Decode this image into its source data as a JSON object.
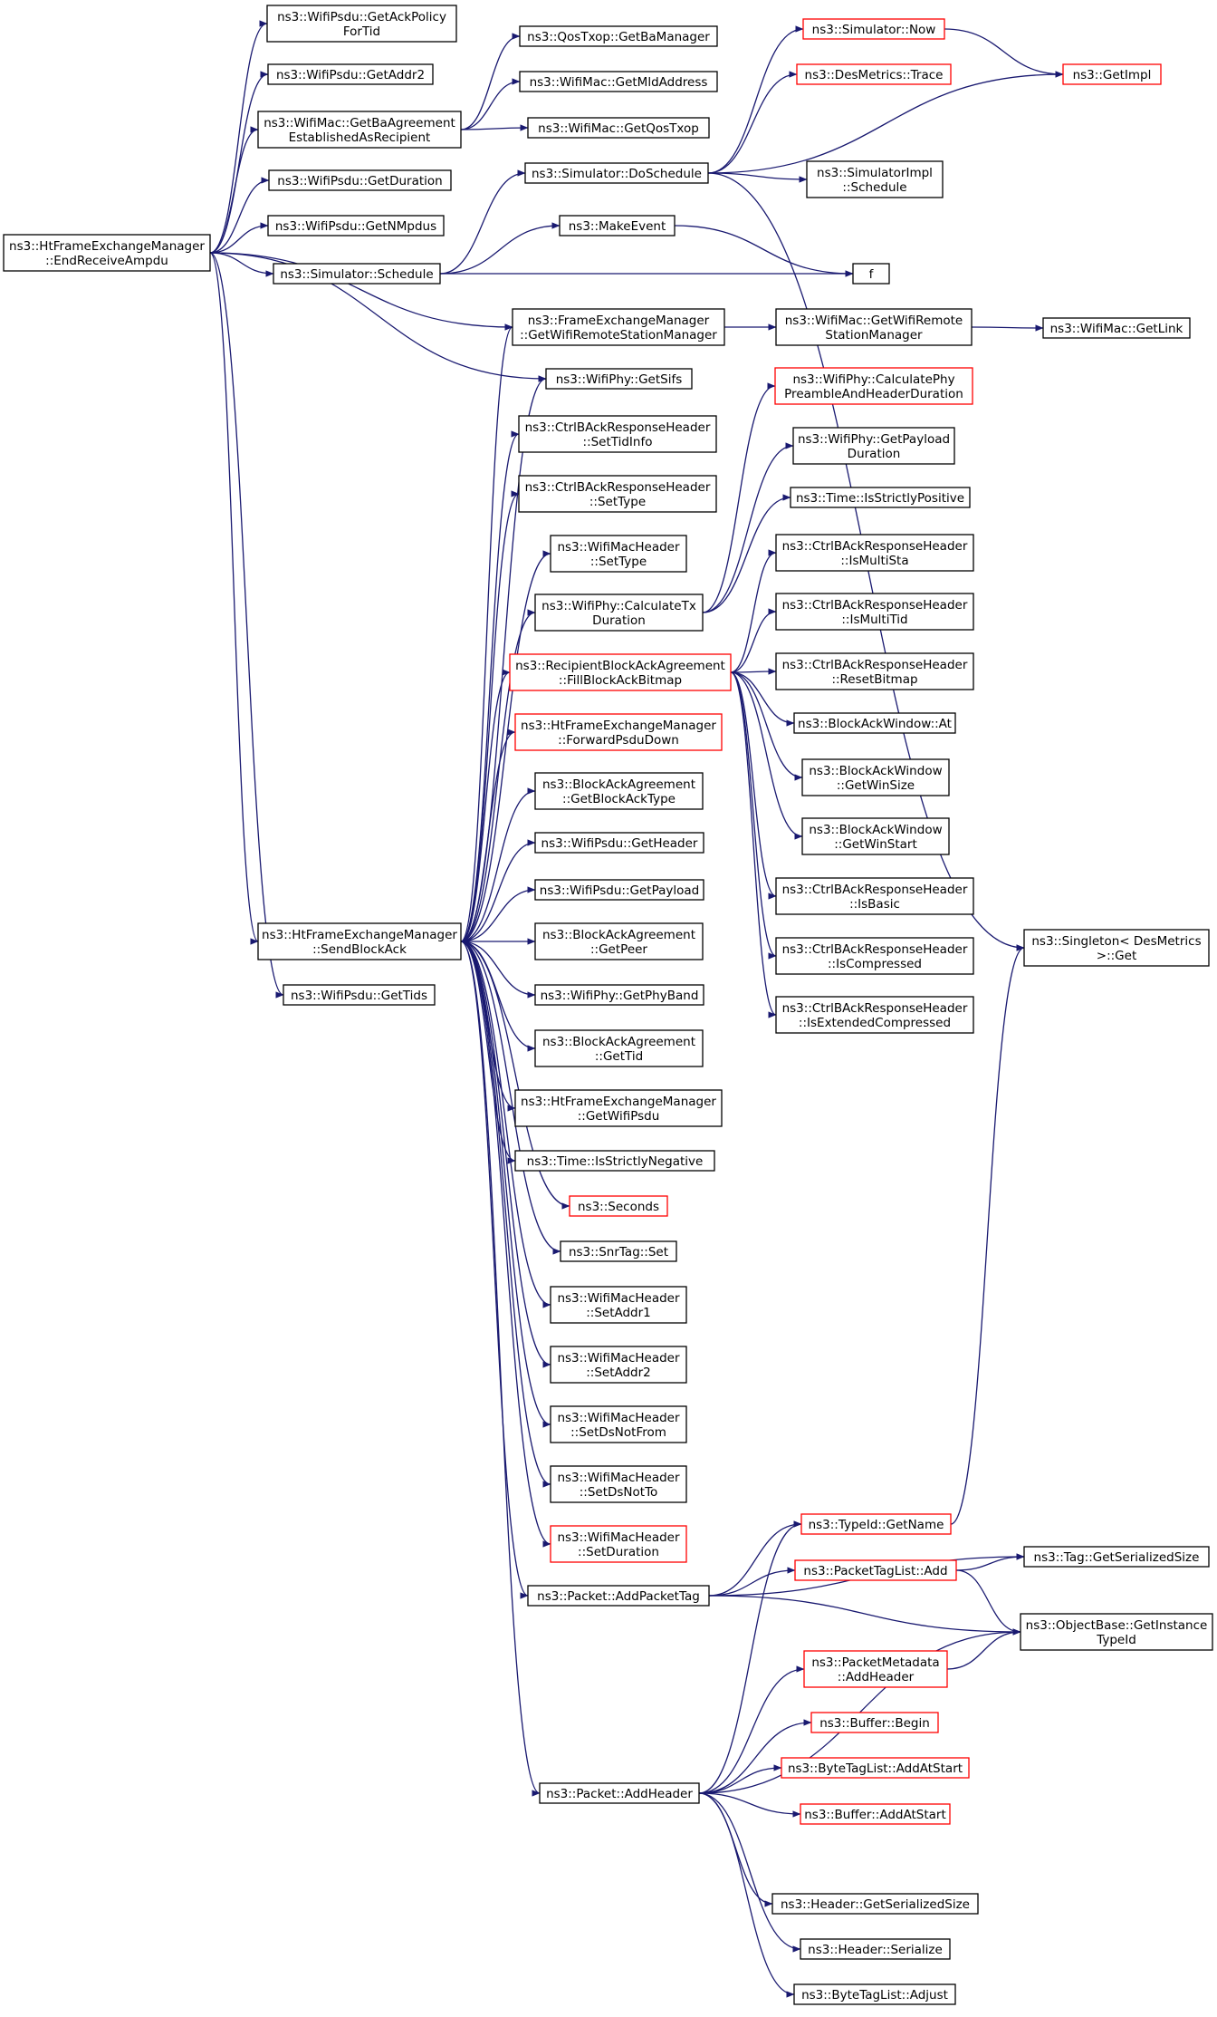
{
  "colors": {
    "edge": "#191970",
    "node_border": "#000000",
    "node_border_truncated": "#ff0000",
    "root_fill": "#bfbfbf",
    "node_fill": "#ffffff"
  },
  "nodes": [
    {
      "id": "root",
      "lines": [
        "ns3::HtFrameExchangeManager",
        "::EndReceiveAmpdu"
      ],
      "border": "black",
      "root": true
    },
    {
      "id": "ackpolicy",
      "lines": [
        "ns3::WifiPsdu::GetAckPolicy",
        "ForTid"
      ],
      "border": "black"
    },
    {
      "id": "addr2",
      "lines": [
        "ns3::WifiPsdu::GetAddr2"
      ],
      "border": "black"
    },
    {
      "id": "getba",
      "lines": [
        "ns3::WifiMac::GetBaAgreement",
        "EstablishedAsRecipient"
      ],
      "border": "black"
    },
    {
      "id": "duration",
      "lines": [
        "ns3::WifiPsdu::GetDuration"
      ],
      "border": "black"
    },
    {
      "id": "nmpdus",
      "lines": [
        "ns3::WifiPsdu::GetNMpdus"
      ],
      "border": "black"
    },
    {
      "id": "schedule",
      "lines": [
        "ns3::Simulator::Schedule"
      ],
      "border": "black"
    },
    {
      "id": "qosba",
      "lines": [
        "ns3::QosTxop::GetBaManager"
      ],
      "border": "black"
    },
    {
      "id": "mldaddr",
      "lines": [
        "ns3::WifiMac::GetMldAddress"
      ],
      "border": "black"
    },
    {
      "id": "qostxop",
      "lines": [
        "ns3::WifiMac::GetQosTxop"
      ],
      "border": "black"
    },
    {
      "id": "dosched",
      "lines": [
        "ns3::Simulator::DoSchedule"
      ],
      "border": "black"
    },
    {
      "id": "makeevent",
      "lines": [
        "ns3::MakeEvent"
      ],
      "border": "black"
    },
    {
      "id": "f",
      "lines": [
        "f"
      ],
      "border": "black"
    },
    {
      "id": "simnow",
      "lines": [
        "ns3::Simulator::Now"
      ],
      "border": "red"
    },
    {
      "id": "trace",
      "lines": [
        "ns3::DesMetrics::Trace"
      ],
      "border": "red"
    },
    {
      "id": "getimpl",
      "lines": [
        "ns3::GetImpl"
      ],
      "border": "red"
    },
    {
      "id": "implsched",
      "lines": [
        "ns3::SimulatorImpl",
        "::Schedule"
      ],
      "border": "black"
    },
    {
      "id": "fem_rsm",
      "lines": [
        "ns3::FrameExchangeManager",
        "::GetWifiRemoteStationManager"
      ],
      "border": "black"
    },
    {
      "id": "mac_rsm",
      "lines": [
        "ns3::WifiMac::GetWifiRemote",
        "StationManager"
      ],
      "border": "black"
    },
    {
      "id": "getlink",
      "lines": [
        "ns3::WifiMac::GetLink"
      ],
      "border": "black"
    },
    {
      "id": "getsifs",
      "lines": [
        "ns3::WifiPhy::GetSifs"
      ],
      "border": "black"
    },
    {
      "id": "settidinfo",
      "lines": [
        "ns3::CtrlBAckResponseHeader",
        "::SetTidInfo"
      ],
      "border": "black"
    },
    {
      "id": "settype_b",
      "lines": [
        "ns3::CtrlBAckResponseHeader",
        "::SetType"
      ],
      "border": "black"
    },
    {
      "id": "settype_m",
      "lines": [
        "ns3::WifiMacHeader",
        "::SetType"
      ],
      "border": "black"
    },
    {
      "id": "calctx",
      "lines": [
        "ns3::WifiPhy::CalculateTx",
        "Duration"
      ],
      "border": "black"
    },
    {
      "id": "fillbitmap",
      "lines": [
        "ns3::RecipientBlockAckAgreement",
        "::FillBlockAckBitmap"
      ],
      "border": "red"
    },
    {
      "id": "fwdpsdu",
      "lines": [
        "ns3::HtFrameExchangeManager",
        "::ForwardPsduDown"
      ],
      "border": "red"
    },
    {
      "id": "getbatype",
      "lines": [
        "ns3::BlockAckAgreement",
        "::GetBlockAckType"
      ],
      "border": "black"
    },
    {
      "id": "getheader",
      "lines": [
        "ns3::WifiPsdu::GetHeader"
      ],
      "border": "black"
    },
    {
      "id": "getpayload",
      "lines": [
        "ns3::WifiPsdu::GetPayload"
      ],
      "border": "black"
    },
    {
      "id": "sendba",
      "lines": [
        "ns3::HtFrameExchangeManager",
        "::SendBlockAck"
      ],
      "border": "black"
    },
    {
      "id": "gettids",
      "lines": [
        "ns3::WifiPsdu::GetTids"
      ],
      "border": "black"
    },
    {
      "id": "getpeer",
      "lines": [
        "ns3::BlockAckAgreement",
        "::GetPeer"
      ],
      "border": "black"
    },
    {
      "id": "getphyband",
      "lines": [
        "ns3::WifiPhy::GetPhyBand"
      ],
      "border": "black"
    },
    {
      "id": "gettid",
      "lines": [
        "ns3::BlockAckAgreement",
        "::GetTid"
      ],
      "border": "black"
    },
    {
      "id": "getwifipsdu",
      "lines": [
        "ns3::HtFrameExchangeManager",
        "::GetWifiPsdu"
      ],
      "border": "black"
    },
    {
      "id": "strictneg",
      "lines": [
        "ns3::Time::IsStrictlyNegative"
      ],
      "border": "black"
    },
    {
      "id": "seconds",
      "lines": [
        "ns3::Seconds"
      ],
      "border": "red"
    },
    {
      "id": "snrset",
      "lines": [
        "ns3::SnrTag::Set"
      ],
      "border": "black"
    },
    {
      "id": "setaddr1",
      "lines": [
        "ns3::WifiMacHeader",
        "::SetAddr1"
      ],
      "border": "black"
    },
    {
      "id": "setaddr2",
      "lines": [
        "ns3::WifiMacHeader",
        "::SetAddr2"
      ],
      "border": "black"
    },
    {
      "id": "setdsnotfrom",
      "lines": [
        "ns3::WifiMacHeader",
        "::SetDsNotFrom"
      ],
      "border": "black"
    },
    {
      "id": "setdsnotto",
      "lines": [
        "ns3::WifiMacHeader",
        "::SetDsNotTo"
      ],
      "border": "black"
    },
    {
      "id": "setduration",
      "lines": [
        "ns3::WifiMacHeader",
        "::SetDuration"
      ],
      "border": "red"
    },
    {
      "id": "addpackettag",
      "lines": [
        "ns3::Packet::AddPacketTag"
      ],
      "border": "black"
    },
    {
      "id": "addheader",
      "lines": [
        "ns3::Packet::AddHeader"
      ],
      "border": "black"
    },
    {
      "id": "calcpreamble",
      "lines": [
        "ns3::WifiPhy::CalculatePhy",
        "PreambleAndHeaderDuration"
      ],
      "border": "red"
    },
    {
      "id": "getpayloaddur",
      "lines": [
        "ns3::WifiPhy::GetPayload",
        "Duration"
      ],
      "border": "black"
    },
    {
      "id": "strictpos",
      "lines": [
        "ns3::Time::IsStrictlyPositive"
      ],
      "border": "black"
    },
    {
      "id": "ismultista",
      "lines": [
        "ns3::CtrlBAckResponseHeader",
        "::IsMultiSta"
      ],
      "border": "black"
    },
    {
      "id": "ismultitid",
      "lines": [
        "ns3::CtrlBAckResponseHeader",
        "::IsMultiTid"
      ],
      "border": "black"
    },
    {
      "id": "resetbitmap",
      "lines": [
        "ns3::CtrlBAckResponseHeader",
        "::ResetBitmap"
      ],
      "border": "black"
    },
    {
      "id": "bawat",
      "lines": [
        "ns3::BlockAckWindow::At"
      ],
      "border": "black"
    },
    {
      "id": "winsize",
      "lines": [
        "ns3::BlockAckWindow",
        "::GetWinSize"
      ],
      "border": "black"
    },
    {
      "id": "winstart",
      "lines": [
        "ns3::BlockAckWindow",
        "::GetWinStart"
      ],
      "border": "black"
    },
    {
      "id": "isbasic",
      "lines": [
        "ns3::CtrlBAckResponseHeader",
        "::IsBasic"
      ],
      "border": "black"
    },
    {
      "id": "iscompressed",
      "lines": [
        "ns3::CtrlBAckResponseHeader",
        "::IsCompressed"
      ],
      "border": "black"
    },
    {
      "id": "isextcomp",
      "lines": [
        "ns3::CtrlBAckResponseHeader",
        "::IsExtendedCompressed"
      ],
      "border": "black"
    },
    {
      "id": "singleton",
      "lines": [
        "ns3::Singleton< DesMetrics",
        " >::Get"
      ],
      "border": "black"
    },
    {
      "id": "typeidname",
      "lines": [
        "ns3::TypeId::GetName"
      ],
      "border": "red"
    },
    {
      "id": "ptladd",
      "lines": [
        "ns3::PacketTagList::Add"
      ],
      "border": "red"
    },
    {
      "id": "tagsize",
      "lines": [
        "ns3::Tag::GetSerializedSize"
      ],
      "border": "black"
    },
    {
      "id": "instancetid",
      "lines": [
        "ns3::ObjectBase::GetInstance",
        "TypeId"
      ],
      "border": "black"
    },
    {
      "id": "pmaddheader",
      "lines": [
        "ns3::PacketMetadata",
        "::AddHeader"
      ],
      "border": "red"
    },
    {
      "id": "bufbegin",
      "lines": [
        "ns3::Buffer::Begin"
      ],
      "border": "red"
    },
    {
      "id": "btladdstart",
      "lines": [
        "ns3::ByteTagList::AddAtStart"
      ],
      "border": "red"
    },
    {
      "id": "bufaddstart",
      "lines": [
        "ns3::Buffer::AddAtStart"
      ],
      "border": "red"
    },
    {
      "id": "hdrsize",
      "lines": [
        "ns3::Header::GetSerializedSize"
      ],
      "border": "black"
    },
    {
      "id": "hdrserialize",
      "lines": [
        "ns3::Header::Serialize"
      ],
      "border": "black"
    },
    {
      "id": "btladjust",
      "lines": [
        "ns3::ByteTagList::Adjust"
      ],
      "border": "black"
    }
  ],
  "edges": [
    [
      "root",
      "ackpolicy"
    ],
    [
      "root",
      "addr2"
    ],
    [
      "root",
      "getba"
    ],
    [
      "root",
      "duration"
    ],
    [
      "root",
      "nmpdus"
    ],
    [
      "root",
      "schedule"
    ],
    [
      "root",
      "fem_rsm"
    ],
    [
      "root",
      "getsifs"
    ],
    [
      "root",
      "sendba"
    ],
    [
      "root",
      "gettids"
    ],
    [
      "getba",
      "qosba"
    ],
    [
      "getba",
      "mldaddr"
    ],
    [
      "getba",
      "qostxop"
    ],
    [
      "schedule",
      "dosched"
    ],
    [
      "schedule",
      "makeevent"
    ],
    [
      "schedule",
      "f"
    ],
    [
      "makeevent",
      "f"
    ],
    [
      "dosched",
      "simnow"
    ],
    [
      "dosched",
      "trace"
    ],
    [
      "dosched",
      "getimpl"
    ],
    [
      "dosched",
      "implsched"
    ],
    [
      "dosched",
      "singleton"
    ],
    [
      "simnow",
      "getimpl"
    ],
    [
      "fem_rsm",
      "mac_rsm"
    ],
    [
      "mac_rsm",
      "getlink"
    ],
    [
      "sendba",
      "fem_rsm"
    ],
    [
      "sendba",
      "getsifs"
    ],
    [
      "sendba",
      "settidinfo"
    ],
    [
      "sendba",
      "settype_b"
    ],
    [
      "sendba",
      "settype_m"
    ],
    [
      "sendba",
      "calctx"
    ],
    [
      "sendba",
      "fillbitmap"
    ],
    [
      "sendba",
      "fwdpsdu"
    ],
    [
      "sendba",
      "getbatype"
    ],
    [
      "sendba",
      "getheader"
    ],
    [
      "sendba",
      "getpayload"
    ],
    [
      "sendba",
      "getpeer"
    ],
    [
      "sendba",
      "getphyband"
    ],
    [
      "sendba",
      "gettid"
    ],
    [
      "sendba",
      "getwifipsdu"
    ],
    [
      "sendba",
      "strictneg"
    ],
    [
      "sendba",
      "seconds"
    ],
    [
      "sendba",
      "snrset"
    ],
    [
      "sendba",
      "setaddr1"
    ],
    [
      "sendba",
      "setaddr2"
    ],
    [
      "sendba",
      "setdsnotfrom"
    ],
    [
      "sendba",
      "setdsnotto"
    ],
    [
      "sendba",
      "setduration"
    ],
    [
      "sendba",
      "addpackettag"
    ],
    [
      "sendba",
      "addheader"
    ],
    [
      "calctx",
      "calcpreamble"
    ],
    [
      "calctx",
      "getpayloaddur"
    ],
    [
      "calctx",
      "strictpos"
    ],
    [
      "fillbitmap",
      "ismultista"
    ],
    [
      "fillbitmap",
      "ismultitid"
    ],
    [
      "fillbitmap",
      "resetbitmap"
    ],
    [
      "fillbitmap",
      "bawat"
    ],
    [
      "fillbitmap",
      "winsize"
    ],
    [
      "fillbitmap",
      "winstart"
    ],
    [
      "fillbitmap",
      "isbasic"
    ],
    [
      "fillbitmap",
      "iscompressed"
    ],
    [
      "fillbitmap",
      "isextcomp"
    ],
    [
      "addpackettag",
      "typeidname"
    ],
    [
      "addpackettag",
      "ptladd"
    ],
    [
      "addpackettag",
      "tagsize"
    ],
    [
      "addpackettag",
      "instancetid"
    ],
    [
      "ptladd",
      "tagsize"
    ],
    [
      "ptladd",
      "instancetid"
    ],
    [
      "typeidname",
      "singleton"
    ],
    [
      "addheader",
      "typeidname"
    ],
    [
      "addheader",
      "pmaddheader"
    ],
    [
      "addheader",
      "bufbegin"
    ],
    [
      "addheader",
      "btladdstart"
    ],
    [
      "addheader",
      "bufaddstart"
    ],
    [
      "addheader",
      "instancetid"
    ],
    [
      "addheader",
      "hdrsize"
    ],
    [
      "addheader",
      "hdrserialize"
    ],
    [
      "addheader",
      "btladjust"
    ],
    [
      "pmaddheader",
      "instancetid"
    ]
  ]
}
